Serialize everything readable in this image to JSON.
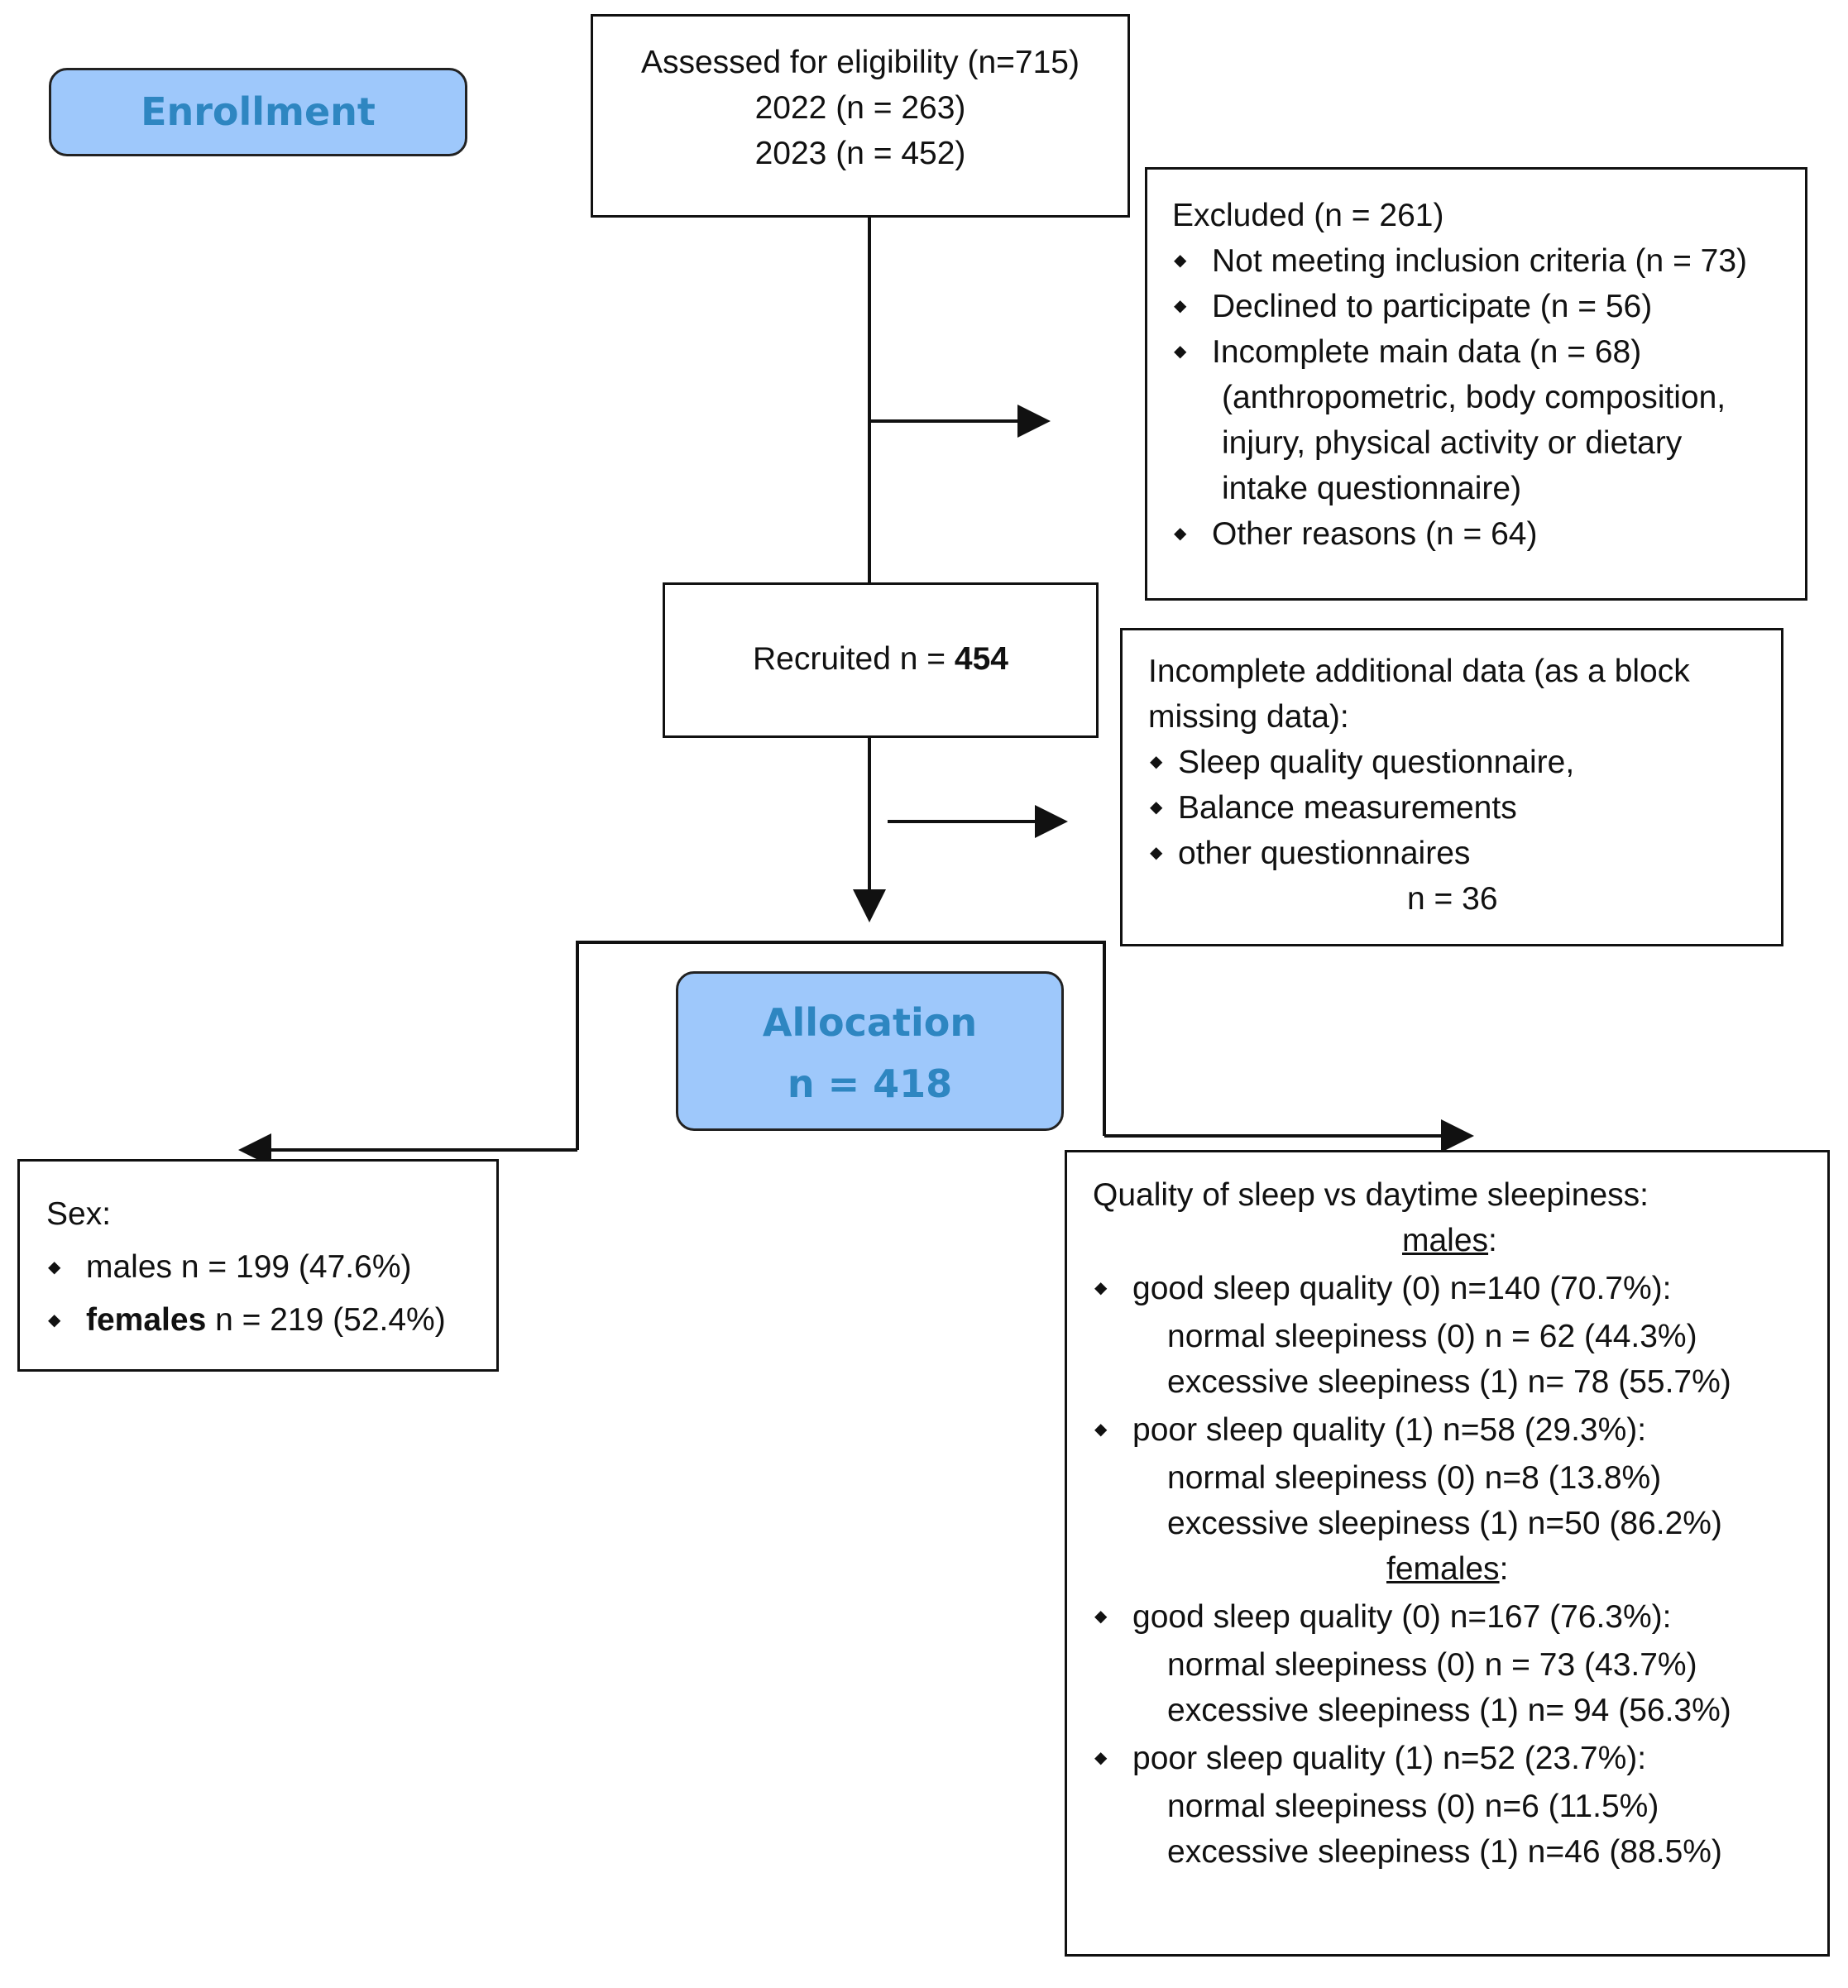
{
  "enrollment": {
    "label": "Enrollment"
  },
  "assessed": {
    "title": "Assessed for eligibility (n=715)",
    "year_2022": "2022 (n = 263)",
    "year_2023": "2023 (n = 452)"
  },
  "excluded": {
    "title": "Excluded  (n = 261)",
    "items": [
      "Not meeting inclusion criteria (n = 73)",
      "Declined to participate (n = 56)",
      "Incomplete main data (n = 68)",
      "Other reasons (n = 64)"
    ],
    "detail_lines": [
      "(anthropometric, body composition,",
      "injury, physical activity or dietary",
      "intake questionnaire)"
    ]
  },
  "recruited": {
    "prefix": "Recruited n = ",
    "value": "454"
  },
  "incomplete": {
    "title_lines": [
      "Incomplete additional data (as a block",
      "missing data):"
    ],
    "items": [
      "Sleep quality questionnaire,",
      "Balance measurements",
      "other questionnaires"
    ],
    "count": "n = 36"
  },
  "allocation": {
    "label": "Allocation",
    "count": "n = 418"
  },
  "sex": {
    "title": "Sex:",
    "males_label": "males",
    "males_value": " n = 199 (47.6%)",
    "females_label": "females",
    "females_value": " n = 219 (52.4%)"
  },
  "quality": {
    "title": "Quality of sleep vs daytime sleepiness:",
    "groups": [
      {
        "label": "males",
        "good": "good sleep quality (0) n=140 (70.7%):",
        "good_normal": "normal sleepiness (0) n = 62 (44.3%)",
        "good_excessive": "excessive sleepiness (1) n= 78 (55.7%)",
        "poor": "poor sleep quality (1) n=58 (29.3%):",
        "poor_normal": "normal sleepiness (0) n=8 (13.8%)",
        "poor_excessive": "excessive sleepiness (1) n=50 (86.2%)"
      },
      {
        "label": "females",
        "good": "good sleep quality (0) n=167 (76.3%):",
        "good_normal": "normal sleepiness (0) n = 73 (43.7%)",
        "good_excessive": "excessive sleepiness (1) n= 94 (56.3%)",
        "poor": "poor sleep quality (1) n=52 (23.7%):",
        "poor_normal": "normal sleepiness (0) n=6 (11.5%)",
        "poor_excessive": "excessive sleepiness (1) n=46 (88.5%)"
      }
    ]
  },
  "colors": {
    "pill_fill": "#9ec8fb",
    "pill_text": "#2e86c1",
    "stroke": "#111111"
  }
}
